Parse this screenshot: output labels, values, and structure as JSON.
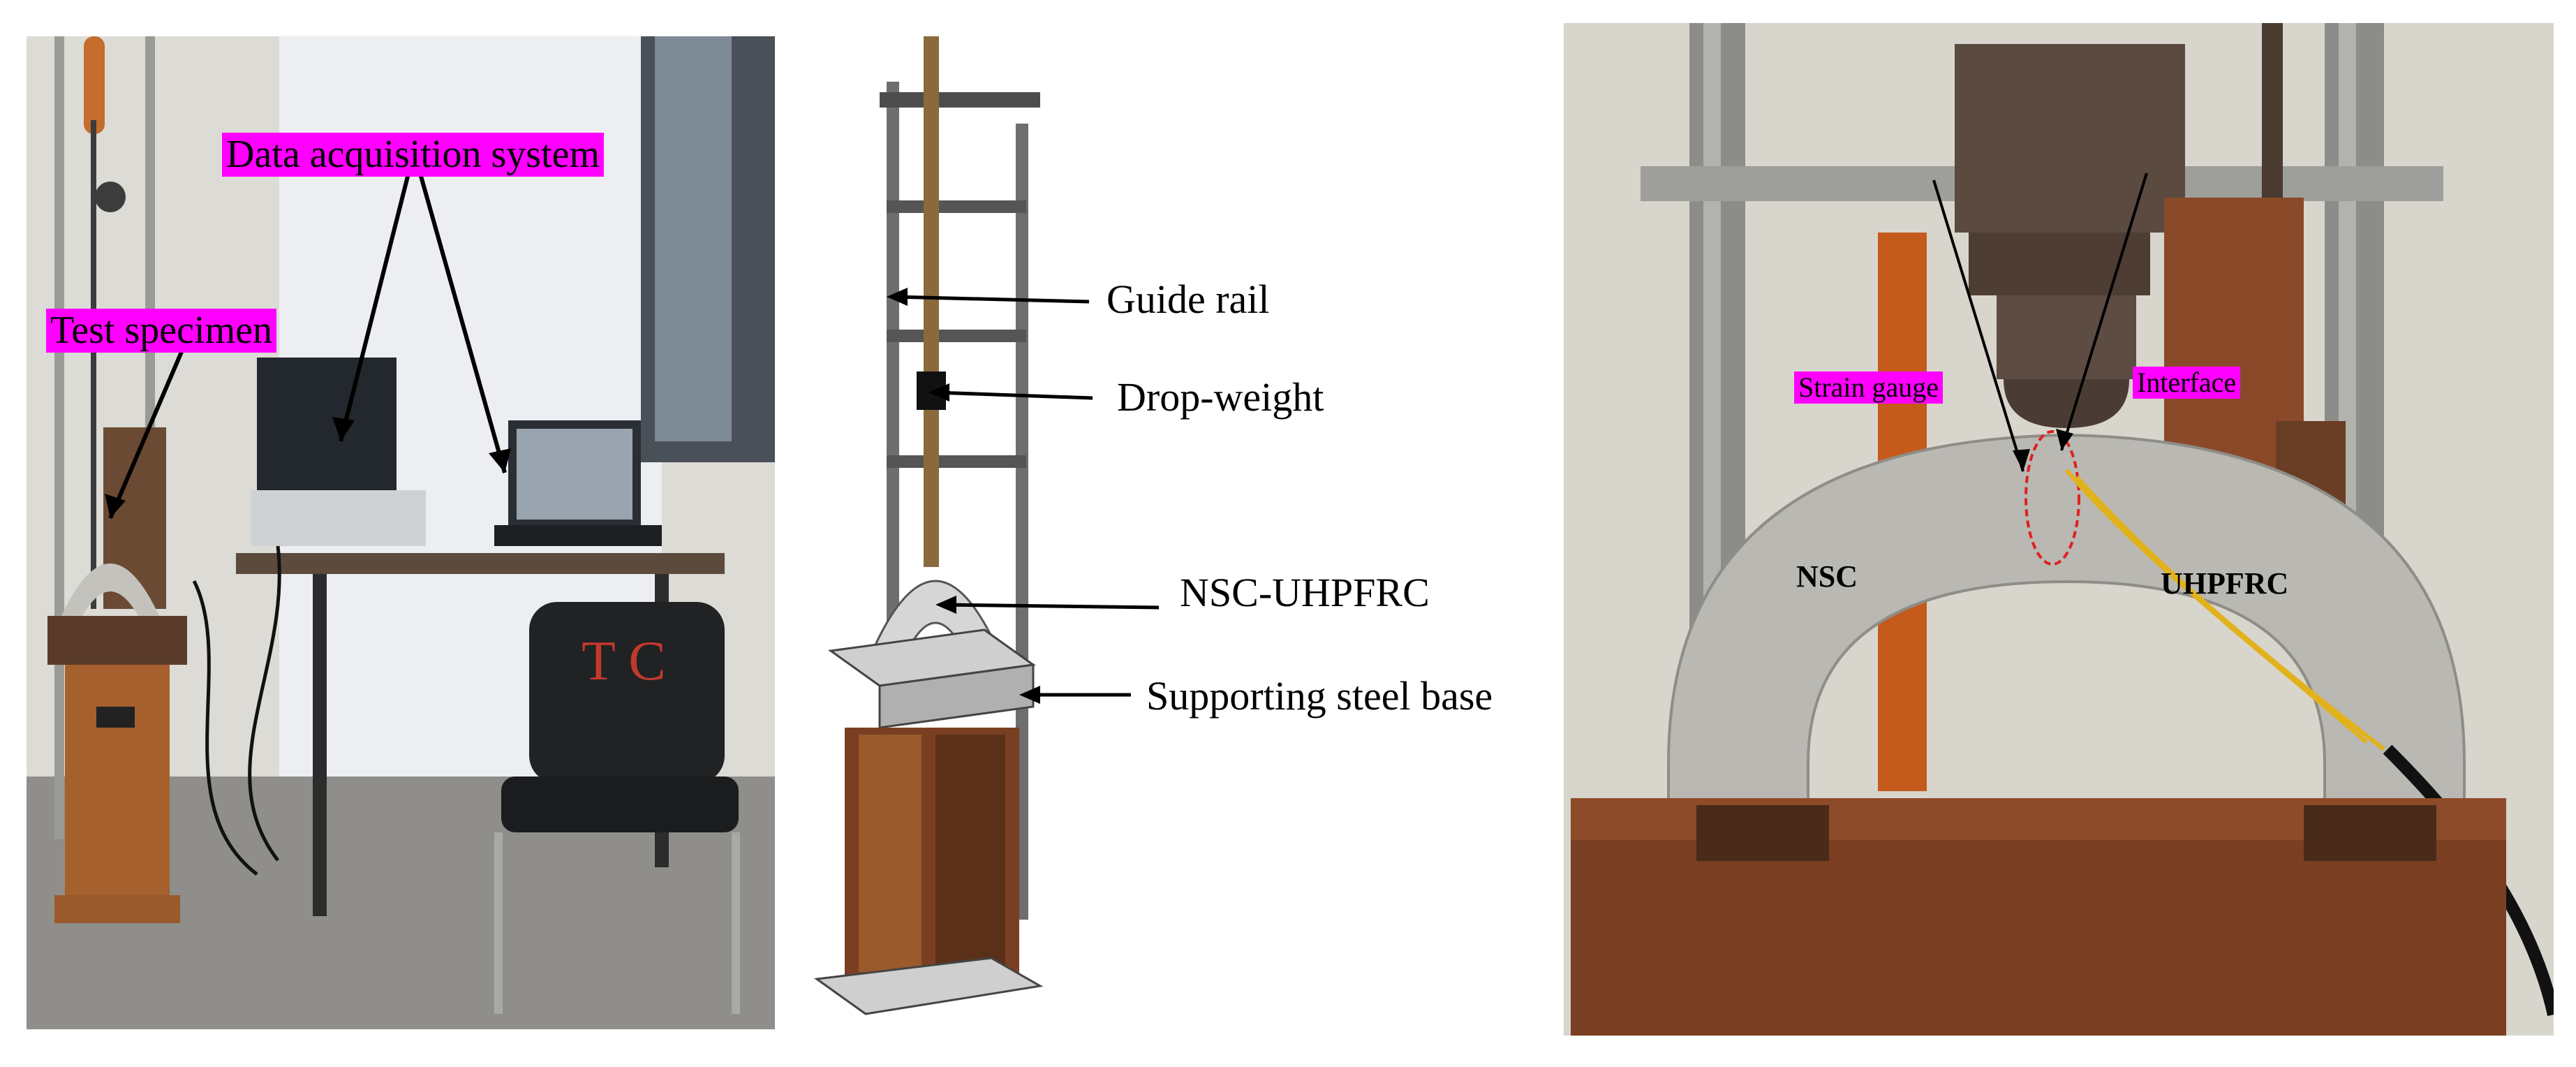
{
  "figure": {
    "left_photo": {
      "labels": {
        "data_acquisition": "Data acquisition system",
        "test_specimen": "Test specimen"
      },
      "chair_marking": "T C"
    },
    "schematic": {
      "labels": {
        "guide_rail": "Guide rail",
        "drop_weight": "Drop-weight",
        "nsc_uhpfrc": "NSC-UHPFRC",
        "steel_base": "Supporting steel base"
      }
    },
    "right_photo": {
      "labels": {
        "strain_gauge": "Strain gauge",
        "interface": "Interface",
        "nsc": "NSC",
        "uhpfrc": "UHPFRC"
      }
    },
    "colors": {
      "highlight": "#ff00ff",
      "wood": "#8a4b1f",
      "rust": "#7a3f22",
      "concrete": "#b9b8b3"
    }
  }
}
